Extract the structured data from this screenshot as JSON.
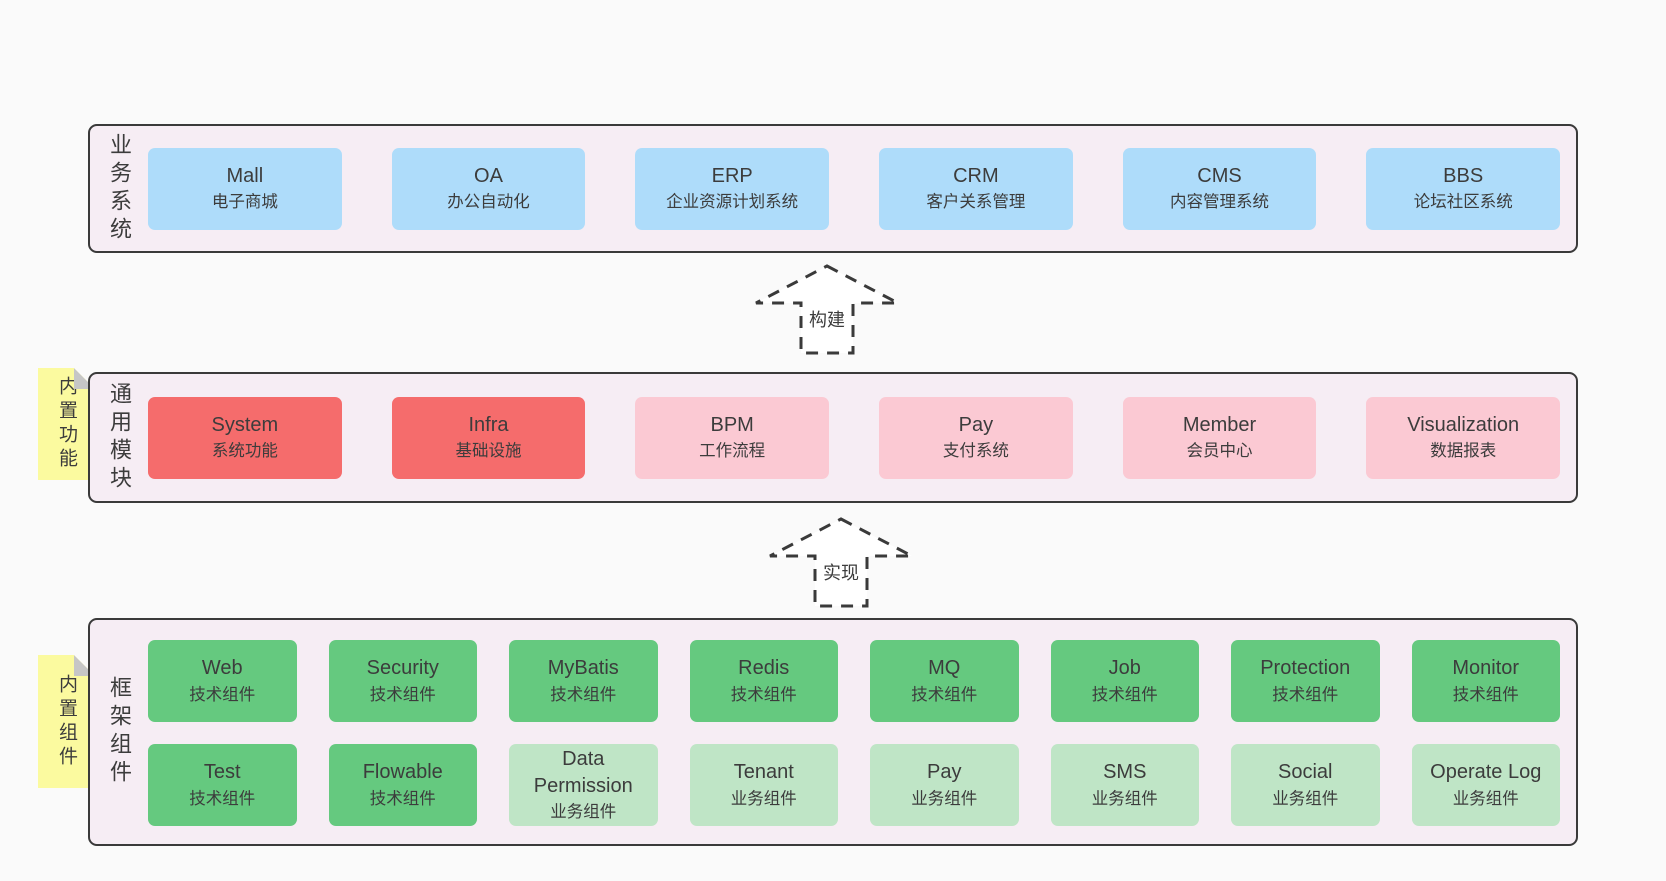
{
  "colors": {
    "page_background": "#FAFAFA",
    "band_background": "#F6EDF4",
    "band_border": "#3A3A3A",
    "box_blue": "#AEDCFA",
    "box_red": "#F56C6C",
    "box_pink": "#FBC9D3",
    "box_green": "#65C97F",
    "box_lightgreen": "#BFE5C6",
    "note_yellow": "#FBFA9F",
    "note_fold_gray": "#C6C6C6",
    "text": "#3C3C3C"
  },
  "notes": [
    {
      "label": "内置功能"
    },
    {
      "label": "内置组件"
    }
  ],
  "arrows": [
    {
      "label": "构建"
    },
    {
      "label": "实现"
    }
  ],
  "layers": [
    {
      "id": "business",
      "side_label": "业务系统",
      "boxes": [
        {
          "name": "Mall",
          "desc": "电子商城",
          "variant": "blue"
        },
        {
          "name": "OA",
          "desc": "办公自动化",
          "variant": "blue"
        },
        {
          "name": "ERP",
          "desc": "企业资源计划系统",
          "variant": "blue"
        },
        {
          "name": "CRM",
          "desc": "客户关系管理",
          "variant": "blue"
        },
        {
          "name": "CMS",
          "desc": "内容管理系统",
          "variant": "blue"
        },
        {
          "name": "BBS",
          "desc": "论坛社区系统",
          "variant": "blue"
        }
      ]
    },
    {
      "id": "modules",
      "side_label": "通用模块",
      "boxes": [
        {
          "name": "System",
          "desc": "系统功能",
          "variant": "red"
        },
        {
          "name": "Infra",
          "desc": "基础设施",
          "variant": "red"
        },
        {
          "name": "BPM",
          "desc": "工作流程",
          "variant": "pink"
        },
        {
          "name": "Pay",
          "desc": "支付系统",
          "variant": "pink"
        },
        {
          "name": "Member",
          "desc": "会员中心",
          "variant": "pink"
        },
        {
          "name": "Visualization",
          "desc": "数据报表",
          "variant": "pink"
        }
      ]
    },
    {
      "id": "components",
      "side_label": "框架组件",
      "rows": [
        [
          {
            "name": "Web",
            "desc": "技术组件",
            "variant": "green"
          },
          {
            "name": "Security",
            "desc": "技术组件",
            "variant": "green"
          },
          {
            "name": "MyBatis",
            "desc": "技术组件",
            "variant": "green"
          },
          {
            "name": "Redis",
            "desc": "技术组件",
            "variant": "green"
          },
          {
            "name": "MQ",
            "desc": "技术组件",
            "variant": "green"
          },
          {
            "name": "Job",
            "desc": "技术组件",
            "variant": "green"
          },
          {
            "name": "Protection",
            "desc": "技术组件",
            "variant": "green"
          },
          {
            "name": "Monitor",
            "desc": "技术组件",
            "variant": "green"
          }
        ],
        [
          {
            "name": "Test",
            "desc": "技术组件",
            "variant": "green"
          },
          {
            "name": "Flowable",
            "desc": "技术组件",
            "variant": "green"
          },
          {
            "name": "Data Permission",
            "desc": "业务组件",
            "variant": "lightgreen"
          },
          {
            "name": "Tenant",
            "desc": "业务组件",
            "variant": "lightgreen"
          },
          {
            "name": "Pay",
            "desc": "业务组件",
            "variant": "lightgreen"
          },
          {
            "name": "SMS",
            "desc": "业务组件",
            "variant": "lightgreen"
          },
          {
            "name": "Social",
            "desc": "业务组件",
            "variant": "lightgreen"
          },
          {
            "name": "Operate Log",
            "desc": "业务组件",
            "variant": "lightgreen"
          }
        ]
      ]
    }
  ]
}
